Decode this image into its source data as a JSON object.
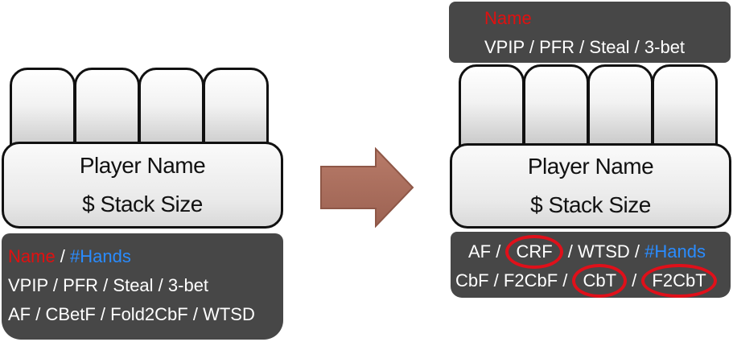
{
  "left_hud": {
    "plate": {
      "player_name": "Player Name",
      "stack_size": "$ Stack Size"
    },
    "stats_panel": {
      "name": "Name",
      "sep": " / ",
      "hands": "#Hands",
      "row2": "VPIP / PFR / Steal / 3-bet",
      "row3": "AF / CBetF / Fold2CbF / WTSD"
    }
  },
  "right_hud": {
    "top_panel": {
      "name": "Name",
      "row2": "VPIP / PFR / Steal / 3-bet"
    },
    "plate": {
      "player_name": "Player Name",
      "stack_size": "$ Stack Size"
    },
    "bottom_panel": {
      "row1_a": "AF / ",
      "row1_crf": "CRF",
      "row1_b": " / WTSD / ",
      "row1_hands": "#Hands",
      "row2_a": "CbF / F2CbF / ",
      "row2_cbt": "CbT",
      "row2_b": " / ",
      "row2_f2cbt": "F2CbT"
    }
  },
  "colors": {
    "panel_bg": "#474747",
    "name_red": "#e01010",
    "hands_blue": "#2a8cff",
    "arrow_fill": "#a86f5e",
    "highlight_circle": "#e0101a"
  },
  "icons": [
    "right-arrow-icon"
  ]
}
